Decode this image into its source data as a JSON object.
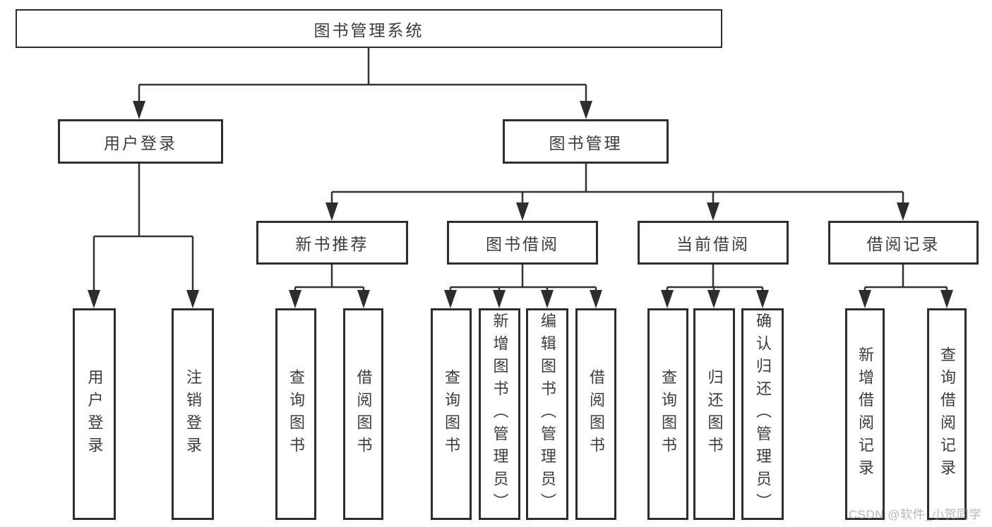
{
  "diagram": {
    "title": "图书管理系统",
    "branches": [
      {
        "label": "用户登录",
        "children": [
          {
            "label": "用户登录"
          },
          {
            "label": "注销登录"
          }
        ]
      },
      {
        "label": "图书管理",
        "children": [
          {
            "label": "新书推荐",
            "children": [
              {
                "label": "查询图书"
              },
              {
                "label": "借阅图书"
              }
            ]
          },
          {
            "label": "图书借阅",
            "children": [
              {
                "label": "查询图书"
              },
              {
                "label": "新增图书（管理员）"
              },
              {
                "label": "编辑图书（管理员）"
              },
              {
                "label": "借阅图书"
              }
            ]
          },
          {
            "label": "当前借阅",
            "children": [
              {
                "label": "查询图书"
              },
              {
                "label": "归还图书"
              },
              {
                "label": "确认归还（管理员）"
              }
            ]
          },
          {
            "label": "借阅记录",
            "children": [
              {
                "label": "新增借阅记录"
              },
              {
                "label": "查询借阅记录"
              }
            ]
          }
        ]
      }
    ]
  },
  "watermark": {
    "text": "CSDN @软件_小贺同学"
  },
  "colors": {
    "background": "#ffffff",
    "line": "#333333",
    "box_border": "#2d2d2d",
    "text": "#3c3c3c",
    "watermark": "#9a9a9a"
  }
}
